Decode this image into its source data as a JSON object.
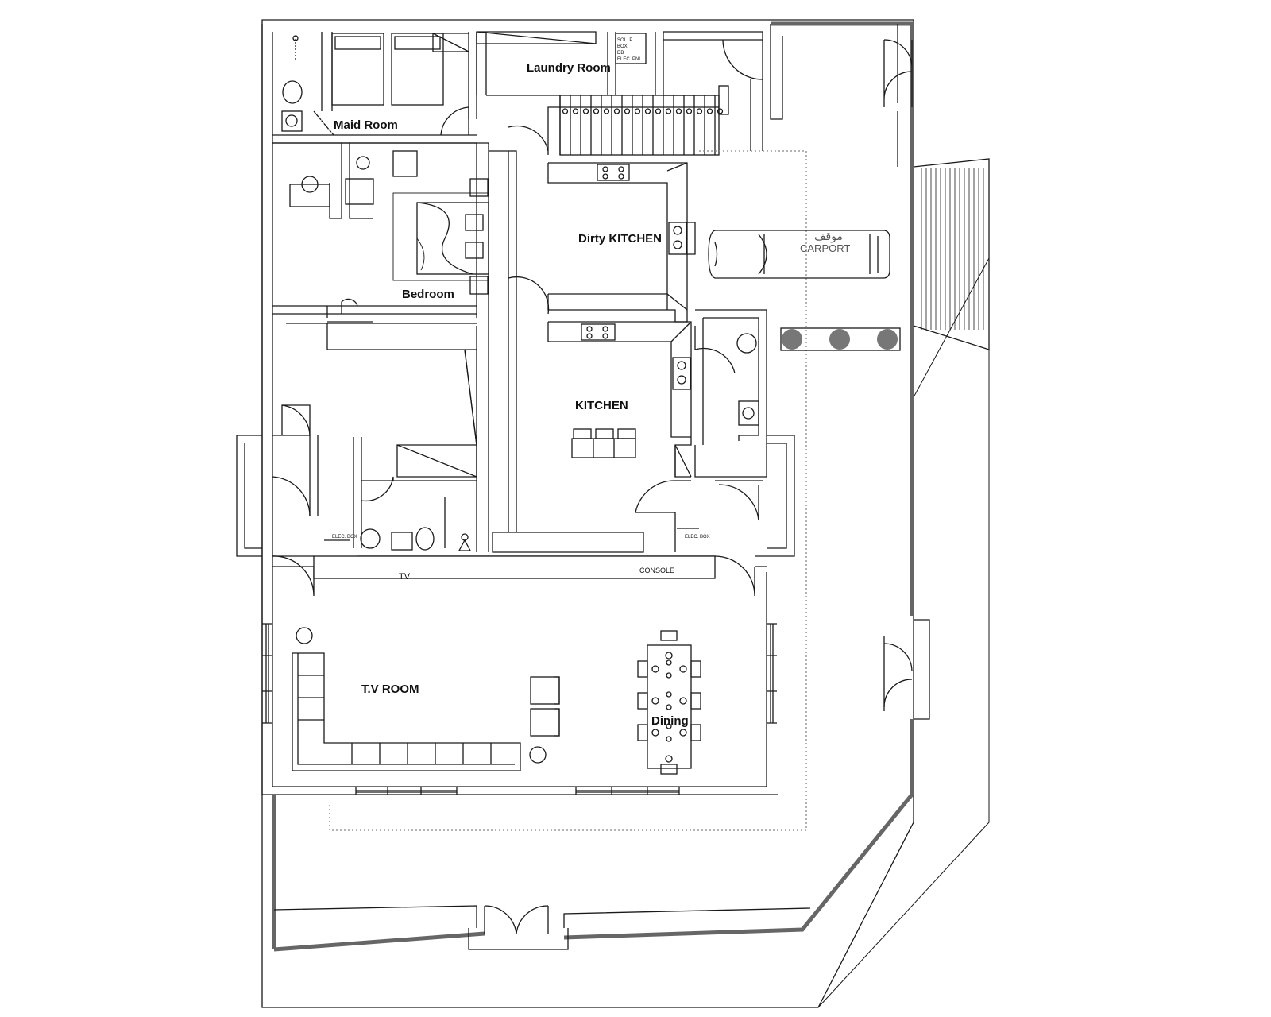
{
  "rooms": {
    "laundry": "Laundry Room",
    "maid": "Maid Room",
    "bedroom": "Bedroom",
    "dirty_kitchen": "Dirty KITCHEN",
    "kitchen": "KITCHEN",
    "tv_room": "T.V ROOM",
    "dining": "Dining"
  },
  "carport": {
    "label_en": "CARPORT",
    "label_ar": "موقف"
  },
  "furniture": {
    "tv": "TV",
    "console": "CONSOLE"
  },
  "annotations": {
    "elec_box_a": "ELEC. BOX",
    "elec_box_b": "ELEC. BOX",
    "panel_line_1": "SOL. P.",
    "panel_line_2": "BOX",
    "panel_line_3": "DB",
    "panel_line_4": "ELEC. PNL."
  },
  "colors": {
    "line": "#1a1a1a",
    "wall_fill": "#ffffff",
    "thick_wall": "#666666",
    "tree": "#777777",
    "dotted": "#888888"
  }
}
